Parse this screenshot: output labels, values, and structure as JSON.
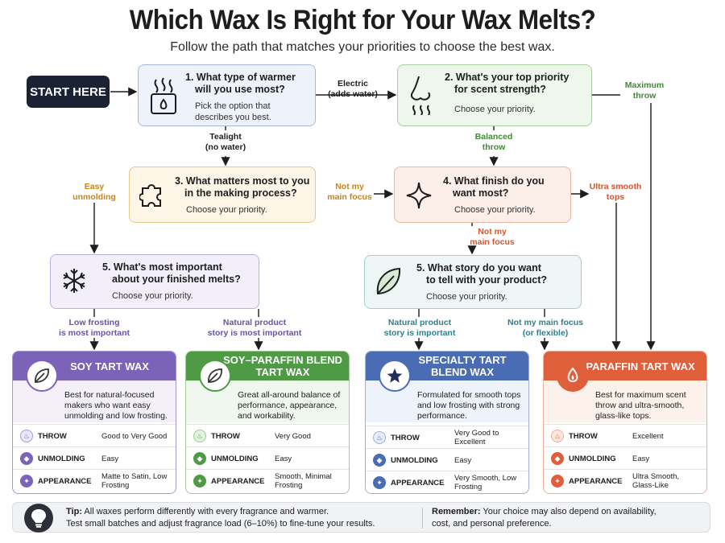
{
  "header": {
    "title": "Which Wax Is Right for Your Wax Melts?",
    "subtitle": "Follow the path that matches your priorities to choose the best wax."
  },
  "start": {
    "label": "START HERE"
  },
  "questions": {
    "q1": {
      "title_line1": "1. What type of warmer",
      "title_line2": "will you use most?",
      "sub_line1": "Pick the option that",
      "sub_line2": "describes you best.",
      "icon": "warmer-icon"
    },
    "q2": {
      "title_line1": "2. What's your top priority",
      "title_line2": "for scent strength?",
      "sub": "Choose your priority.",
      "icon": "nose-icon"
    },
    "q3": {
      "title_line1": "3. What matters most to you",
      "title_line2": "in the making process?",
      "sub": "Choose your priority.",
      "icon": "puzzle-icon"
    },
    "q4": {
      "title_line1": "4. What finish do you",
      "title_line2": "want most?",
      "sub": "Choose your priority.",
      "icon": "sparkle-icon"
    },
    "q5a": {
      "title_line1": "5. What's most important",
      "title_line2": "about your finished melts?",
      "sub": "Choose your priority.",
      "icon": "snowflake-icon"
    },
    "q5b": {
      "title_line1": "5. What story do you want",
      "title_line2": "to tell with your product?",
      "sub": "Choose your priority.",
      "icon": "leaf-icon"
    }
  },
  "paths": {
    "electric": {
      "line1": "Electric",
      "line2": "(adds water)"
    },
    "tealight": {
      "line1": "Tealight",
      "line2": "(no water)"
    },
    "max_throw": {
      "line1": "Maximum",
      "line2": "throw"
    },
    "balanced": {
      "line1": "Balanced",
      "line2": "throw"
    },
    "easy_unmold": {
      "line1": "Easy",
      "line2": "unmolding"
    },
    "not_focus_1": {
      "line1": "Not my",
      "line2": "main focus"
    },
    "ultra_smooth": {
      "line1": "Ultra smooth",
      "line2": "tops"
    },
    "not_focus_2": {
      "line1": "Not my",
      "line2": "main focus"
    },
    "low_frost": {
      "line1": "Low frosting",
      "line2": "is most important"
    },
    "natural_1": {
      "line1": "Natural product",
      "line2": "story is most important"
    },
    "natural_2": {
      "line1": "Natural product",
      "line2": "story is important"
    },
    "not_focus_3": {
      "line1": "Not my main focus",
      "line2": "(or flexible)"
    }
  },
  "cards": {
    "soy": {
      "name_line1": "SOY TART WAX",
      "name_line2": "",
      "desc": "Best for natural-focused makers who want easy unmolding and low frosting.",
      "rows": [
        {
          "key": "THROW",
          "value": "Good to Very Good"
        },
        {
          "key": "UNMOLDING",
          "value": "Easy"
        },
        {
          "key": "APPEARANCE",
          "value": "Matte to Satin, Low Frosting"
        }
      ]
    },
    "blend": {
      "name_line1": "SOY–PARAFFIN BLEND",
      "name_line2": "TART WAX",
      "desc": "Great all-around balance of performance, appearance, and workability.",
      "rows": [
        {
          "key": "THROW",
          "value": "Very Good"
        },
        {
          "key": "UNMOLDING",
          "value": "Easy"
        },
        {
          "key": "APPEARANCE",
          "value": "Smooth, Minimal Frosting"
        }
      ]
    },
    "spec": {
      "name_line1": "SPECIALTY TART",
      "name_line2": "BLEND WAX",
      "desc": "Formulated for smooth tops and low frosting with strong performance.",
      "rows": [
        {
          "key": "THROW",
          "value": "Very Good to Excellent"
        },
        {
          "key": "UNMOLDING",
          "value": "Easy"
        },
        {
          "key": "APPEARANCE",
          "value": "Very Smooth, Low Frosting"
        }
      ]
    },
    "para": {
      "name_line1": "PARAFFIN TART WAX",
      "name_line2": "",
      "desc": "Best for maximum scent throw and ultra-smooth, glass-like tops.",
      "rows": [
        {
          "key": "THROW",
          "value": "Excellent"
        },
        {
          "key": "UNMOLDING",
          "value": "Easy"
        },
        {
          "key": "APPEARANCE",
          "value": "Ultra Smooth, Glass-Like"
        }
      ]
    }
  },
  "tip": {
    "label": "Tip:",
    "line1": "All waxes perform differently with every fragrance and warmer.",
    "line2": "Test small batches and adjust fragrance load (6–10%) to fine-tune your results.",
    "remember_label": "Remember:",
    "remember_line1": "Your choice may also depend on availability,",
    "remember_line2": "cost, and personal preference."
  },
  "colors": {
    "soy": "#7b63b8",
    "blend": "#4f9a45",
    "spec": "#4a6cb5",
    "para": "#e05f3b",
    "q_green_label": "#3f8a35",
    "q_orange_label": "#c7841a",
    "q_red_label": "#d9542d",
    "q_purple_label": "#6a52a8",
    "q_teal_label": "#2f7f8c"
  }
}
